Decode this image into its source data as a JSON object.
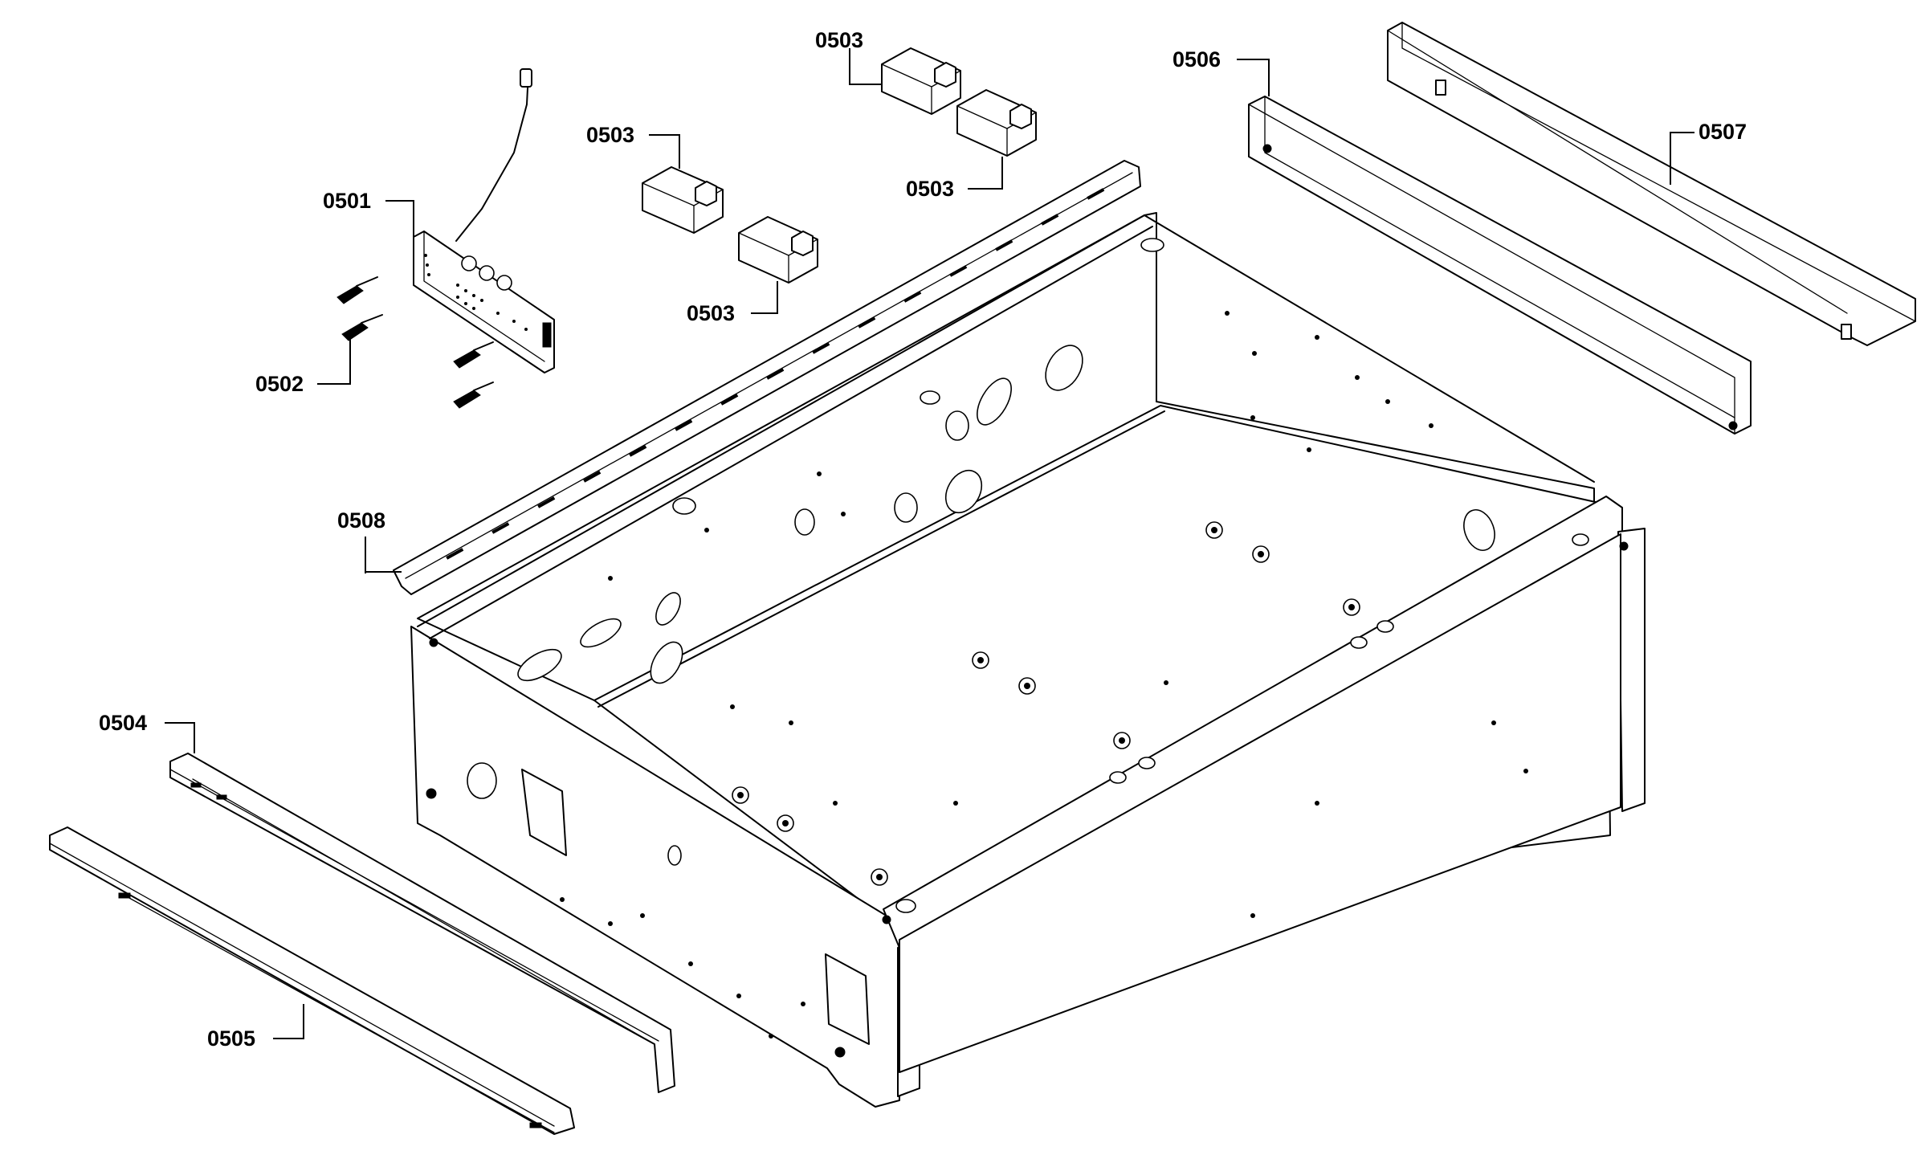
{
  "diagram": {
    "labels": {
      "l0501": "0501",
      "l0502": "0502",
      "l0503a": "0503",
      "l0503b": "0503",
      "l0503c": "0503",
      "l0503d": "0503",
      "l0504": "0504",
      "l0505": "0505",
      "l0506": "0506",
      "l0507": "0507",
      "l0508": "0508"
    }
  }
}
